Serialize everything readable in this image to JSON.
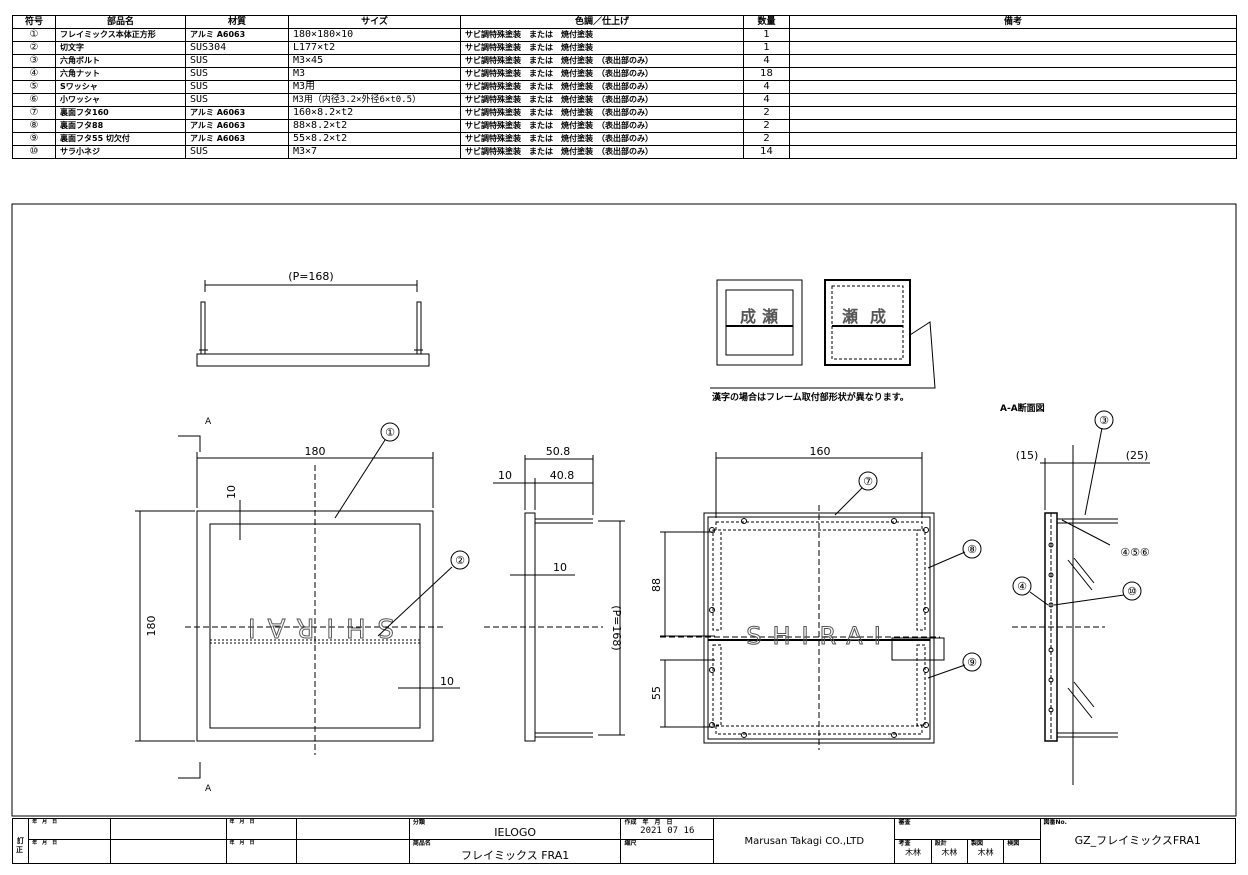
{
  "parts_table": {
    "headers": [
      "符号",
      "部品名",
      "材質",
      "サイズ",
      "色調／仕上げ",
      "数量",
      "備考"
    ],
    "rows": [
      {
        "no": "①",
        "name": "フレイミックス本体正方形",
        "material": "アルミ A6063",
        "size": "180×180×10",
        "finish": "サビ調特殊塗装　または　焼付塗装",
        "qty": "1",
        "note": ""
      },
      {
        "no": "②",
        "name": "切文字",
        "material": "SUS304",
        "size": "L177×t2",
        "finish": "サビ調特殊塗装　または　焼付塗装",
        "qty": "1",
        "note": ""
      },
      {
        "no": "③",
        "name": "六角ボルト",
        "material": "SUS",
        "size": "M3×45",
        "finish": "サビ調特殊塗装　または　焼付塗装　（表出部のみ）",
        "qty": "4",
        "note": ""
      },
      {
        "no": "④",
        "name": "六角ナット",
        "material": "SUS",
        "size": "M3",
        "finish": "サビ調特殊塗装　または　焼付塗装　（表出部のみ）",
        "qty": "18",
        "note": ""
      },
      {
        "no": "⑤",
        "name": "Sワッシャ",
        "material": "SUS",
        "size": "M3用",
        "finish": "サビ調特殊塗装　または　焼付塗装　（表出部のみ）",
        "qty": "4",
        "note": ""
      },
      {
        "no": "⑥",
        "name": "小ワッシャ",
        "material": "SUS",
        "size": "M3用（内径3.2×外径6×t0.5）",
        "finish": "サビ調特殊塗装　または　焼付塗装　（表出部のみ）",
        "qty": "4",
        "note": ""
      },
      {
        "no": "⑦",
        "name": "裏面フタ160",
        "material": "アルミ A6063",
        "size": "160×8.2×t2",
        "finish": "サビ調特殊塗装　または　焼付塗装　（表出部のみ）",
        "qty": "2",
        "note": ""
      },
      {
        "no": "⑧",
        "name": "裏面フタ88",
        "material": "アルミ A6063",
        "size": "88×8.2×t2",
        "finish": "サビ調特殊塗装　または　焼付塗装　（表出部のみ）",
        "qty": "2",
        "note": ""
      },
      {
        "no": "⑨",
        "name": "裏面フタ55 切欠付",
        "material": "アルミ A6063",
        "size": "55×8.2×t2",
        "finish": "サビ調特殊塗装　または　焼付塗装　（表出部のみ）",
        "qty": "2",
        "note": ""
      },
      {
        "no": "⑩",
        "name": "サラ小ネジ",
        "material": "SUS",
        "size": "M3×7",
        "finish": "サビ調特殊塗装　または　焼付塗装　（表出部のみ）",
        "qty": "14",
        "note": ""
      }
    ]
  },
  "drawing": {
    "top_view_label": "(P=168)",
    "kanji_note": "漢字の場合はフレーム取付部形状が異なります。",
    "kanji_chars": [
      "成",
      "瀬",
      "瀬",
      "成"
    ],
    "section_marker": "A",
    "section_title": "A-A断面図",
    "front_text": "SHIRAI",
    "dims": {
      "front_width": "180",
      "front_height": "180",
      "frame_top": "10",
      "frame_side": "10",
      "side_overall": "50.8",
      "side_depth": "10",
      "side_bolt": "40.8",
      "side_t": "10",
      "side_pitch": "(P=168)",
      "back_width": "160",
      "back_upper": "88",
      "back_lower": "55",
      "sec_left": "(15)",
      "sec_right": "(25)"
    },
    "callouts": [
      "①",
      "②",
      "③",
      "④⑤⑥",
      "⑦",
      "⑧",
      "⑨",
      "④",
      "⑩"
    ]
  },
  "title_block": {
    "rev_marks": [
      "訂",
      "正"
    ],
    "date_label": "年　月　日",
    "bunrui_label": "分類",
    "bunrui_value": "IELOGO",
    "shohin_label": "商品名",
    "shohin_value": "フレイミックス FRA1",
    "sakusei_label": "作成　年　月　日",
    "sakusei_value": "2021 07 16",
    "shakudo_label": "縮尺",
    "company": "Marusan Takagi CO.,LTD",
    "shinsa_label": "審査",
    "kento_label": "考査",
    "kento_value": "木林",
    "sekkei_label": "設計",
    "sekkei_value": "木林",
    "seizu_label": "製図",
    "seizu_value": "木林",
    "kenin_label": "検図",
    "zuban_label": "図番No.",
    "zuban_value": "GZ_フレイミックスFRA1"
  }
}
